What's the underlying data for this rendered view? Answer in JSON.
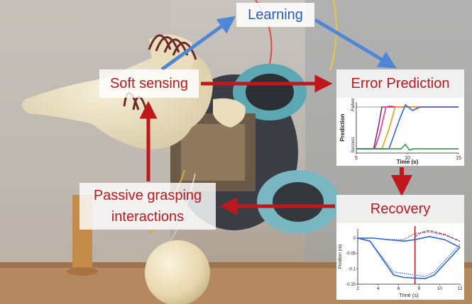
{
  "labels": {
    "learning": "Learning",
    "soft_sensing": "Soft sensing",
    "error_prediction": "Error Prediction",
    "passive_line1": "Passive grasping",
    "passive_line2": "interactions",
    "recovery": "Recovery"
  },
  "colors": {
    "red_arrow": "#c0171d",
    "blue_arrow": "#4f86d6",
    "label_red": "#c0171d",
    "label_blue": "#2a5bbf"
  },
  "chart_data": [
    {
      "type": "line",
      "xlabel": "Time (s)",
      "ylabel": "Prediction",
      "xlim": [
        5,
        15
      ],
      "ylim": [
        0,
        1
      ],
      "x_ticks": [
        "5",
        "10",
        "15"
      ],
      "y_ticks": [
        "Success",
        "Failure"
      ],
      "series": [
        {
          "color": "#7b2d8e",
          "x": [
            5,
            6.7,
            7.2,
            7.5,
            8.2,
            9,
            15
          ],
          "y": [
            0.05,
            0.05,
            0.6,
            1.0,
            1.0,
            1.0,
            1.0
          ]
        },
        {
          "color": "#e8368f",
          "x": [
            5,
            6.8,
            7.3,
            7.9,
            8.3,
            9,
            15
          ],
          "y": [
            0.05,
            0.05,
            0.4,
            1.0,
            1.02,
            1.0,
            1.0
          ]
        },
        {
          "color": "#f39c12",
          "x": [
            5,
            7.5,
            8.2,
            8.8,
            9.5,
            15
          ],
          "y": [
            0.05,
            0.05,
            0.5,
            1.0,
            1.0,
            1.0
          ]
        },
        {
          "color": "#2f67d8",
          "x": [
            5,
            8.2,
            9.2,
            9.8,
            10.5,
            11.2,
            12,
            15
          ],
          "y": [
            0.05,
            0.05,
            0.7,
            1.05,
            0.92,
            1.0,
            1.0,
            1.0
          ]
        },
        {
          "color": "#2e9e3e",
          "x": [
            5,
            9.4,
            9.8,
            10.2,
            10.6,
            15
          ],
          "y": [
            0.05,
            0.05,
            0.15,
            0.02,
            0.05,
            0.05
          ]
        }
      ]
    },
    {
      "type": "line",
      "xlabel": "Time (s)",
      "ylabel": "Position (m)",
      "xlim": [
        2,
        12
      ],
      "ylim": [
        -0.15,
        0.03
      ],
      "x_ticks": [
        "2",
        "4",
        "6",
        "8",
        "10",
        "12"
      ],
      "y_ticks": [
        "0",
        "-0.05",
        "-0.1",
        "-0.15"
      ],
      "vline_x": 7.6,
      "series": [
        {
          "color": "#2f67d8",
          "style": "solid",
          "x": [
            2,
            3.5,
            5,
            6.5,
            7.6,
            9,
            10.5,
            12
          ],
          "y": [
            0,
            0,
            -0.005,
            -0.01,
            -0.005,
            0.005,
            -0.005,
            -0.03
          ]
        },
        {
          "color": "#2f67d8",
          "style": "dotted",
          "x": [
            2,
            3.5,
            5,
            6.5,
            7.6,
            9,
            10.5,
            12
          ],
          "y": [
            0,
            0,
            -0.005,
            -0.005,
            0.015,
            0.02,
            0.01,
            -0.01
          ]
        },
        {
          "color": "#d9232a",
          "style": "dashed",
          "x": [
            7.6,
            8.2,
            9,
            10.5,
            12
          ],
          "y": [
            0.005,
            0.018,
            0.025,
            0.012,
            -0.01
          ]
        },
        {
          "color": "#2f67d8",
          "style": "dotted",
          "x": [
            2,
            3.2,
            5.5,
            8.6,
            9.5,
            12
          ],
          "y": [
            0,
            -0.01,
            -0.11,
            -0.125,
            -0.11,
            -0.02
          ]
        },
        {
          "color": "#2f67d8",
          "style": "solid",
          "x": [
            2,
            3.2,
            5.5,
            6.5,
            8.6,
            9.5,
            12
          ],
          "y": [
            0,
            -0.01,
            -0.12,
            -0.128,
            -0.132,
            -0.12,
            -0.03
          ]
        }
      ]
    }
  ]
}
